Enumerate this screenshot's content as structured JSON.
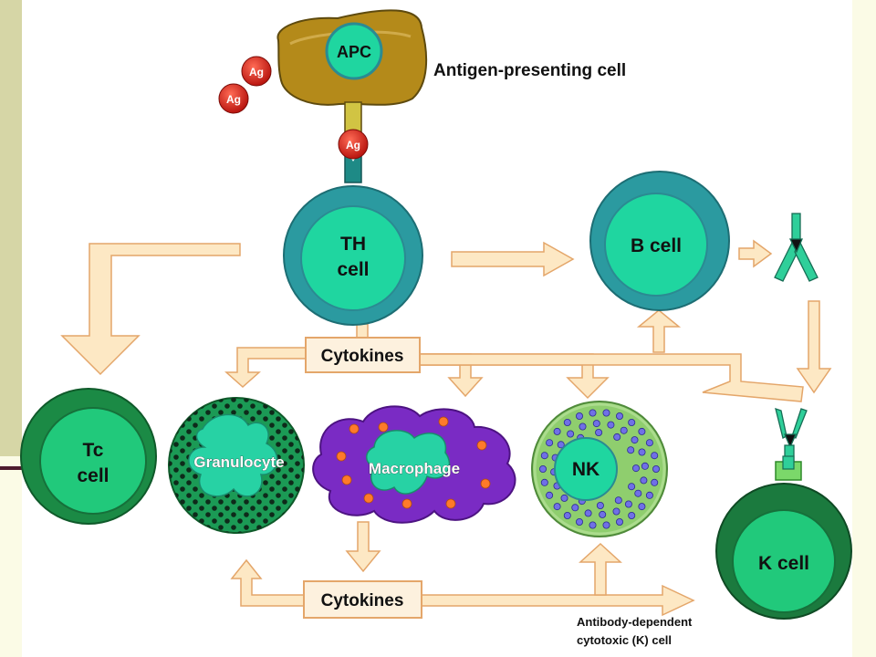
{
  "diagram": {
    "apc_label": "APC",
    "antigen_label": "Ag",
    "apc_caption": "Antigen-presenting cell",
    "th_line1": "TH",
    "th_line2": "cell",
    "b_cell_label": "B cell",
    "cytokines_top": "Cytokines",
    "cytokines_bottom": "Cytokines",
    "tc_line1": "Tc",
    "tc_line2": "cell",
    "granulocyte_label": "Granulocyte",
    "macrophage_label": "Macrophage",
    "nk_label": "NK",
    "k_cell_label": "K cell",
    "adcc_line1": "Antibody-dependent",
    "adcc_line2": "cytotoxic (K) cell"
  },
  "colors": {
    "slide_background": "#fbfbe6",
    "slide_panel": "#ffffff",
    "slide_accent_bar": "#d6d6a6",
    "slide_rule": "#4d1b2e",
    "arrow_fill": "#fde8c4",
    "arrow_stroke": "#e4a66a",
    "cell_teal": "#1fd6a0",
    "cell_teal_border": "#2b8a92",
    "cell_green": "#21c97b",
    "cell_green_border": "#16703a",
    "macrophage": "#7a2bc4",
    "antigen": "#d11a14",
    "apc_body": "#b48a1a"
  }
}
